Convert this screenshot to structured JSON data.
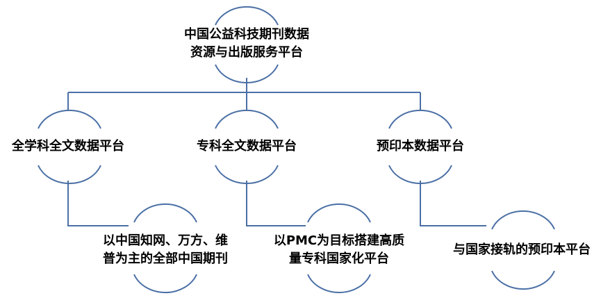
{
  "colors": {
    "connector": "#4a6fa5",
    "text": "#000000",
    "background": "#ffffff"
  },
  "root": {
    "line1": "中国公益科技期刊数据",
    "line2": "资源与出版服务平台"
  },
  "branches": [
    {
      "label": "全学科全文数据平台",
      "detail": {
        "line1": "以中国知网、万方、维",
        "line2": "普为主的全部中国期刊"
      }
    },
    {
      "label": "专科全文数据平台",
      "detail": {
        "line1": "以PMC为目标搭建高质",
        "line2": "量专科国家化平台"
      }
    },
    {
      "label": "预印本数据平台",
      "detail": {
        "line1": "与国家接轨的预印本平台",
        "line2": ""
      }
    }
  ]
}
